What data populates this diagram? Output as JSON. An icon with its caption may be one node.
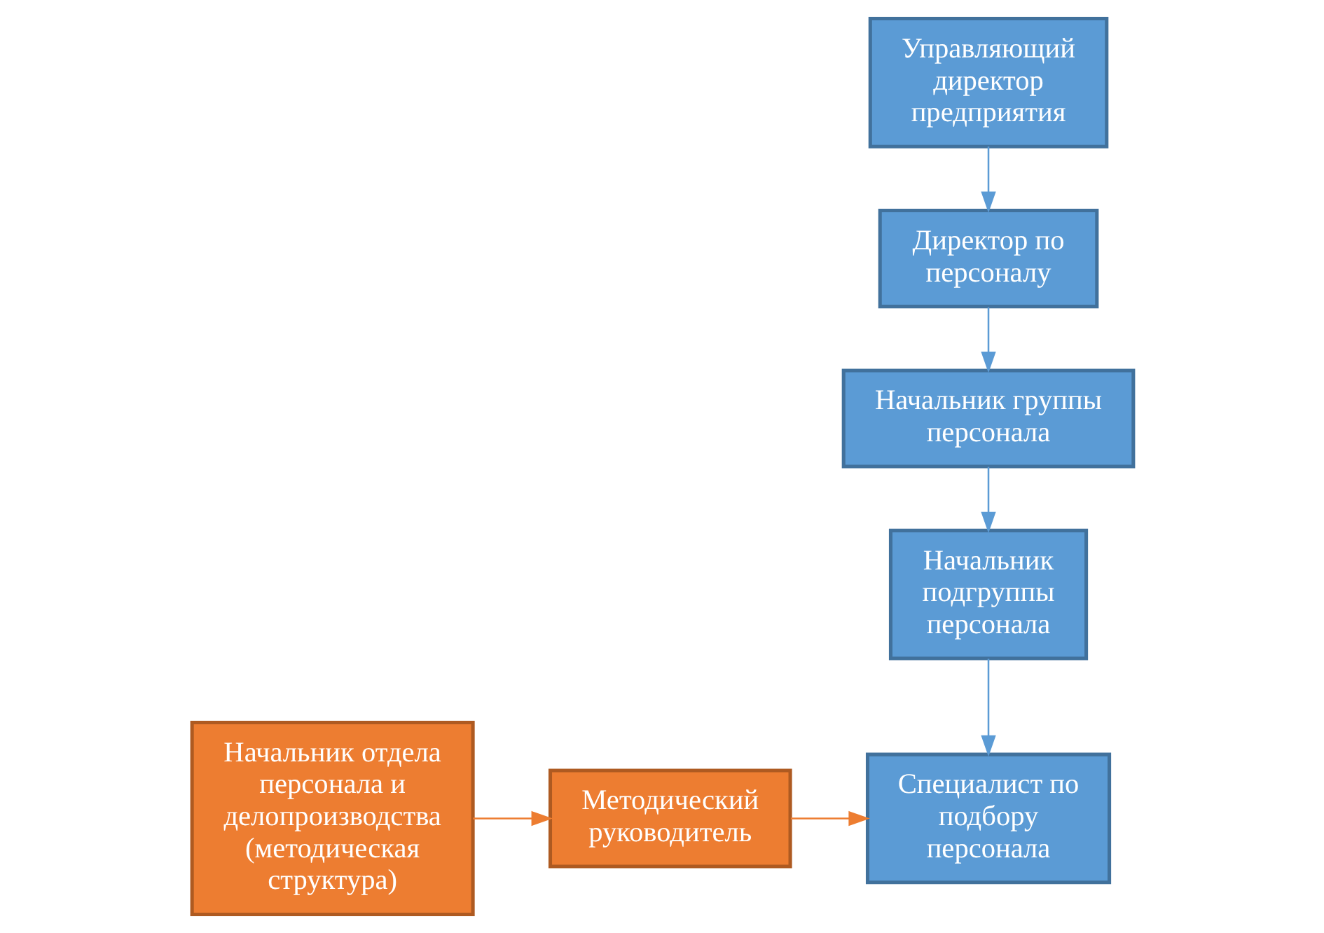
{
  "diagram": {
    "nodes": [
      {
        "text": [
          "Управляющий директор предприятия"
        ]
      },
      {
        "text": [
          "Директор по персоналу"
        ]
      },
      {
        "text": [
          "Начальник группы персонала"
        ]
      },
      {
        "text": [
          "Начальник подгруппы персонала"
        ]
      },
      {
        "text": [
          "Начальник отдела персонала и делопроизводства (методическая структура)"
        ]
      },
      {
        "text": [
          "Методический руководитель"
        ]
      },
      {
        "text": [
          "Специалист по подбору персонала"
        ]
      }
    ],
    "edges": [
      {
        "from": 0,
        "to": 1,
        "arrow": "to"
      },
      {
        "from": 1,
        "to": 2,
        "arrow": "to"
      },
      {
        "from": 2,
        "to": 3,
        "arrow": "to"
      },
      {
        "from": 3,
        "to": 6,
        "arrow": "to"
      },
      {
        "from": 4,
        "to": 5,
        "arrow": "to",
        "color": "#ed7d31"
      },
      {
        "from": 5,
        "to": 6,
        "arrow": "to",
        "color": "#ed7d31"
      }
    ]
  }
}
